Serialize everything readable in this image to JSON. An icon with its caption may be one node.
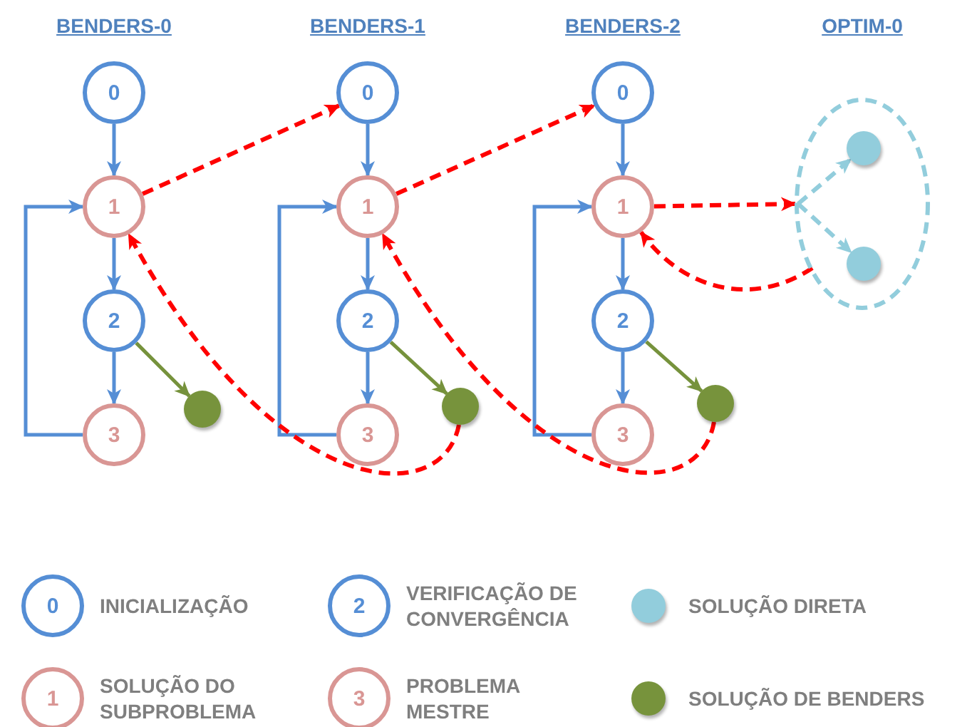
{
  "diagram": {
    "nodes": [
      {
        "text": [
          "0"
        ]
      },
      {
        "text": [
          "1"
        ]
      },
      {
        "text": [
          "2"
        ]
      },
      {
        "text": [
          "3"
        ]
      },
      {
        "text": [],
        "shape": "circle"
      },
      {
        "text": [
          "0"
        ]
      },
      {
        "text": [
          "1"
        ]
      },
      {
        "text": [
          "2"
        ]
      },
      {
        "text": [
          "3"
        ]
      },
      {
        "text": [],
        "shape": "circle"
      },
      {
        "text": [
          "0"
        ]
      },
      {
        "text": [
          "1"
        ]
      },
      {
        "text": [
          "2"
        ]
      },
      {
        "text": [
          "3"
        ]
      },
      {
        "text": [],
        "shape": "circle"
      },
      {
        "text": [],
        "shape": "ellipse"
      },
      {
        "text": [],
        "shape": "circle",
        "in": 15
      },
      {
        "text": [],
        "shape": "circle",
        "in": 15
      }
    ],
    "edges": [
      {
        "from": 0,
        "to": 1,
        "arrow": "to"
      },
      {
        "from": 1,
        "to": 2,
        "arrow": "to"
      },
      {
        "from": 2,
        "to": 3,
        "arrow": "to"
      },
      {
        "from": 3,
        "to": 1,
        "arrow": "to"
      },
      {
        "from": 2,
        "to": 4,
        "arrow": "to",
        "color": "#76923c"
      },
      {
        "from": 5,
        "to": 6,
        "arrow": "to"
      },
      {
        "from": 6,
        "to": 7,
        "arrow": "to"
      },
      {
        "from": 7,
        "to": 8,
        "arrow": "to"
      },
      {
        "from": 8,
        "to": 6,
        "arrow": "to"
      },
      {
        "from": 7,
        "to": 9,
        "arrow": "to",
        "color": "#76923c"
      },
      {
        "from": 10,
        "to": 11,
        "arrow": "to"
      },
      {
        "from": 11,
        "to": 12,
        "arrow": "to"
      },
      {
        "from": 12,
        "to": 13,
        "arrow": "to"
      },
      {
        "from": 13,
        "to": 11,
        "arrow": "to"
      },
      {
        "from": 12,
        "to": 14,
        "arrow": "to",
        "color": "#76923c"
      },
      {
        "from": 1,
        "to": 5,
        "arrow": "to",
        "style": "dashed",
        "color": "#ff0000"
      },
      {
        "from": 9,
        "to": 1,
        "arrow": "to",
        "style": "dashed",
        "color": "#ff0000"
      },
      {
        "from": 6,
        "to": 10,
        "arrow": "to",
        "style": "dashed",
        "color": "#ff0000"
      },
      {
        "from": 14,
        "to": 6,
        "arrow": "to",
        "style": "dashed",
        "color": "#ff0000"
      },
      {
        "from": 11,
        "to": 15,
        "arrow": "to",
        "style": "dashed",
        "color": "#ff0000"
      },
      {
        "from": 15,
        "to": 11,
        "arrow": "to",
        "style": "dashed",
        "color": "#ff0000"
      },
      {
        "from": 15,
        "to": 16,
        "arrow": "to",
        "style": "dashed",
        "color": "#92cddc"
      },
      {
        "from": 15,
        "to": 17,
        "arrow": "to",
        "style": "dashed",
        "color": "#92cddc"
      }
    ],
    "labels": [
      "BENDERS-0",
      "BENDERS-1",
      "BENDERS-2",
      "OPTIM-0",
      "0",
      "2",
      "1",
      "3"
    ],
    "legend": [
      {
        "text": "INICIALIZAÇÃO"
      },
      {
        "text": "VERIFICAÇÃO DE CONVERGÊNCIA"
      },
      {
        "text": "SOLUÇÃO DIRETA",
        "color": "#92cddc"
      },
      {
        "text": "SOLUÇÃO DO SUBPROBLEMA"
      },
      {
        "text": "PROBLEMA MESTRE"
      },
      {
        "text": "SOLUÇÃO DE BENDERS",
        "color": "#77933c"
      }
    ]
  }
}
